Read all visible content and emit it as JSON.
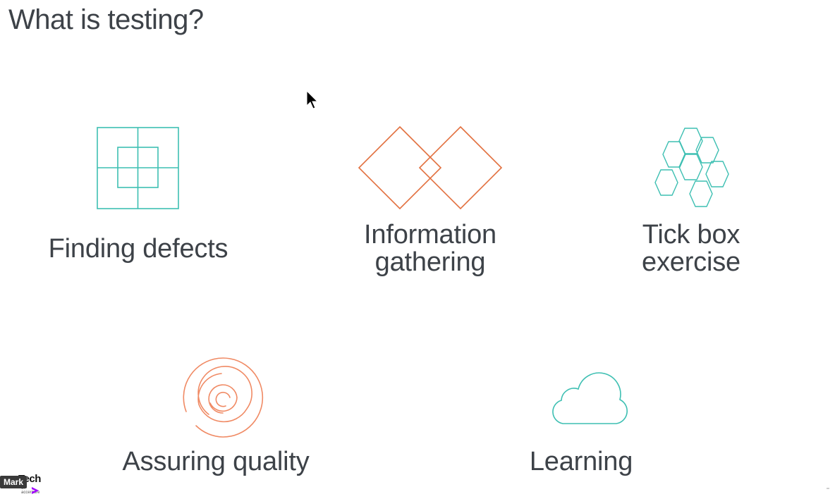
{
  "slide": {
    "title": "What is testing?"
  },
  "items": [
    {
      "icon": "grid-squares-icon",
      "label_lines": [
        "Finding defects"
      ],
      "color": "#3dbfb2"
    },
    {
      "icon": "overlapping-diamonds-icon",
      "label_lines": [
        "Information",
        "gathering"
      ],
      "color": "#e2703f"
    },
    {
      "icon": "hexagon-cluster-icon",
      "label_lines": [
        "Tick box",
        "exercise"
      ],
      "color": "#3dbfb2"
    },
    {
      "icon": "spiral-icon",
      "label_lines": [
        "Assuring quality"
      ],
      "color": "#f08a64"
    },
    {
      "icon": "cloud-icon",
      "label_lines": [
        "Learning"
      ],
      "color": "#3dbfb2"
    }
  ],
  "presenter": {
    "name": "Mark",
    "brand_text": "Tech",
    "brand_sub": "of accenture",
    "accent": "#a100ff"
  },
  "colors": {
    "teal": "#3dbfb2",
    "orange": "#e2703f",
    "text": "#3d4248"
  }
}
